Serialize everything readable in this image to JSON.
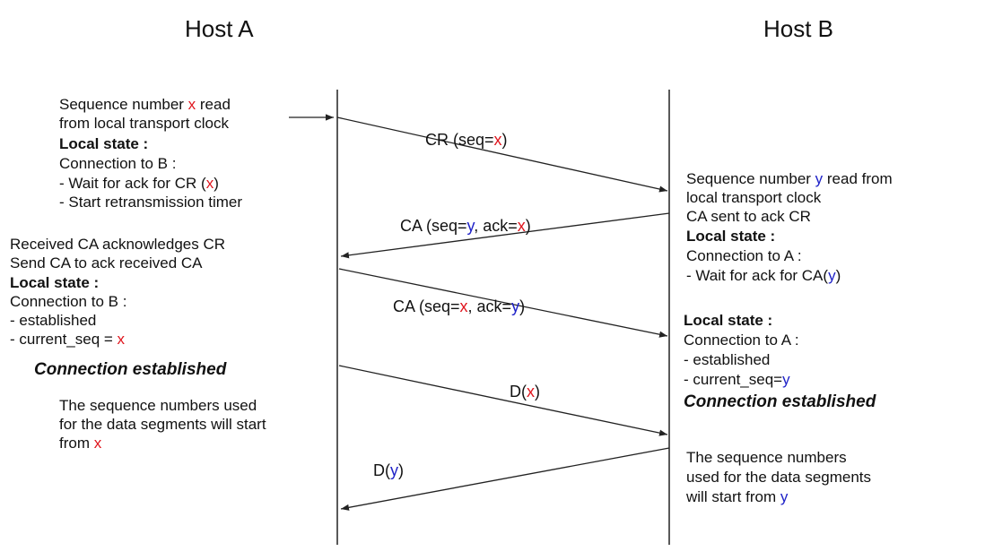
{
  "colors": {
    "x_var": "#e0161e",
    "y_var": "#1f22c8",
    "text": "#111111",
    "line": "#222222"
  },
  "hosts": {
    "a": "Host A",
    "b": "Host B"
  },
  "host_a": {
    "block1": {
      "seq_line1": [
        "Sequence number ",
        "x",
        " read"
      ],
      "seq_line2": "from local transport clock",
      "local_state": "Local state :",
      "conn": "Connection to B :",
      "wait": [
        "- Wait for ack for CR (",
        "x",
        ")"
      ],
      "timer": "- Start retransmission timer"
    },
    "block2": {
      "received": "Received CA acknowledges CR",
      "send": "Send CA to ack received CA",
      "local_state": "Local state :",
      "conn": "Connection to B :",
      "established": "- established",
      "current_seq": [
        "- current_seq = ",
        "x"
      ]
    },
    "conn_established": "Connection established",
    "data_note": [
      "The sequence numbers used",
      "for the data segments will start",
      "from ",
      "x"
    ]
  },
  "host_b": {
    "block1": {
      "seq_line1": [
        "Sequence number ",
        "y",
        " read from"
      ],
      "seq_line2": "local transport clock",
      "ca_sent": "CA sent to ack CR",
      "local_state": "Local state :",
      "conn": "Connection to A :",
      "wait": [
        "- Wait for ack for CA(",
        "y",
        ")"
      ]
    },
    "block2": {
      "local_state": "Local state :",
      "conn": "Connection to A :",
      "established": "- established",
      "current_seq": [
        "- current_seq=",
        "y"
      ]
    },
    "conn_established": "Connection established",
    "data_note": [
      "The sequence numbers",
      "used for the data segments",
      "will start from ",
      "y"
    ]
  },
  "messages": {
    "cr": [
      "CR (seq=",
      "x",
      ")"
    ],
    "ca1": [
      "CA  (seq=",
      "y",
      ", ack=",
      "x",
      ")"
    ],
    "ca2": [
      "CA (seq=",
      "x",
      ", ack=",
      "y",
      ")"
    ],
    "d_x": [
      "D(",
      "x",
      ")"
    ],
    "d_y": [
      "D(",
      "y",
      ")"
    ]
  }
}
